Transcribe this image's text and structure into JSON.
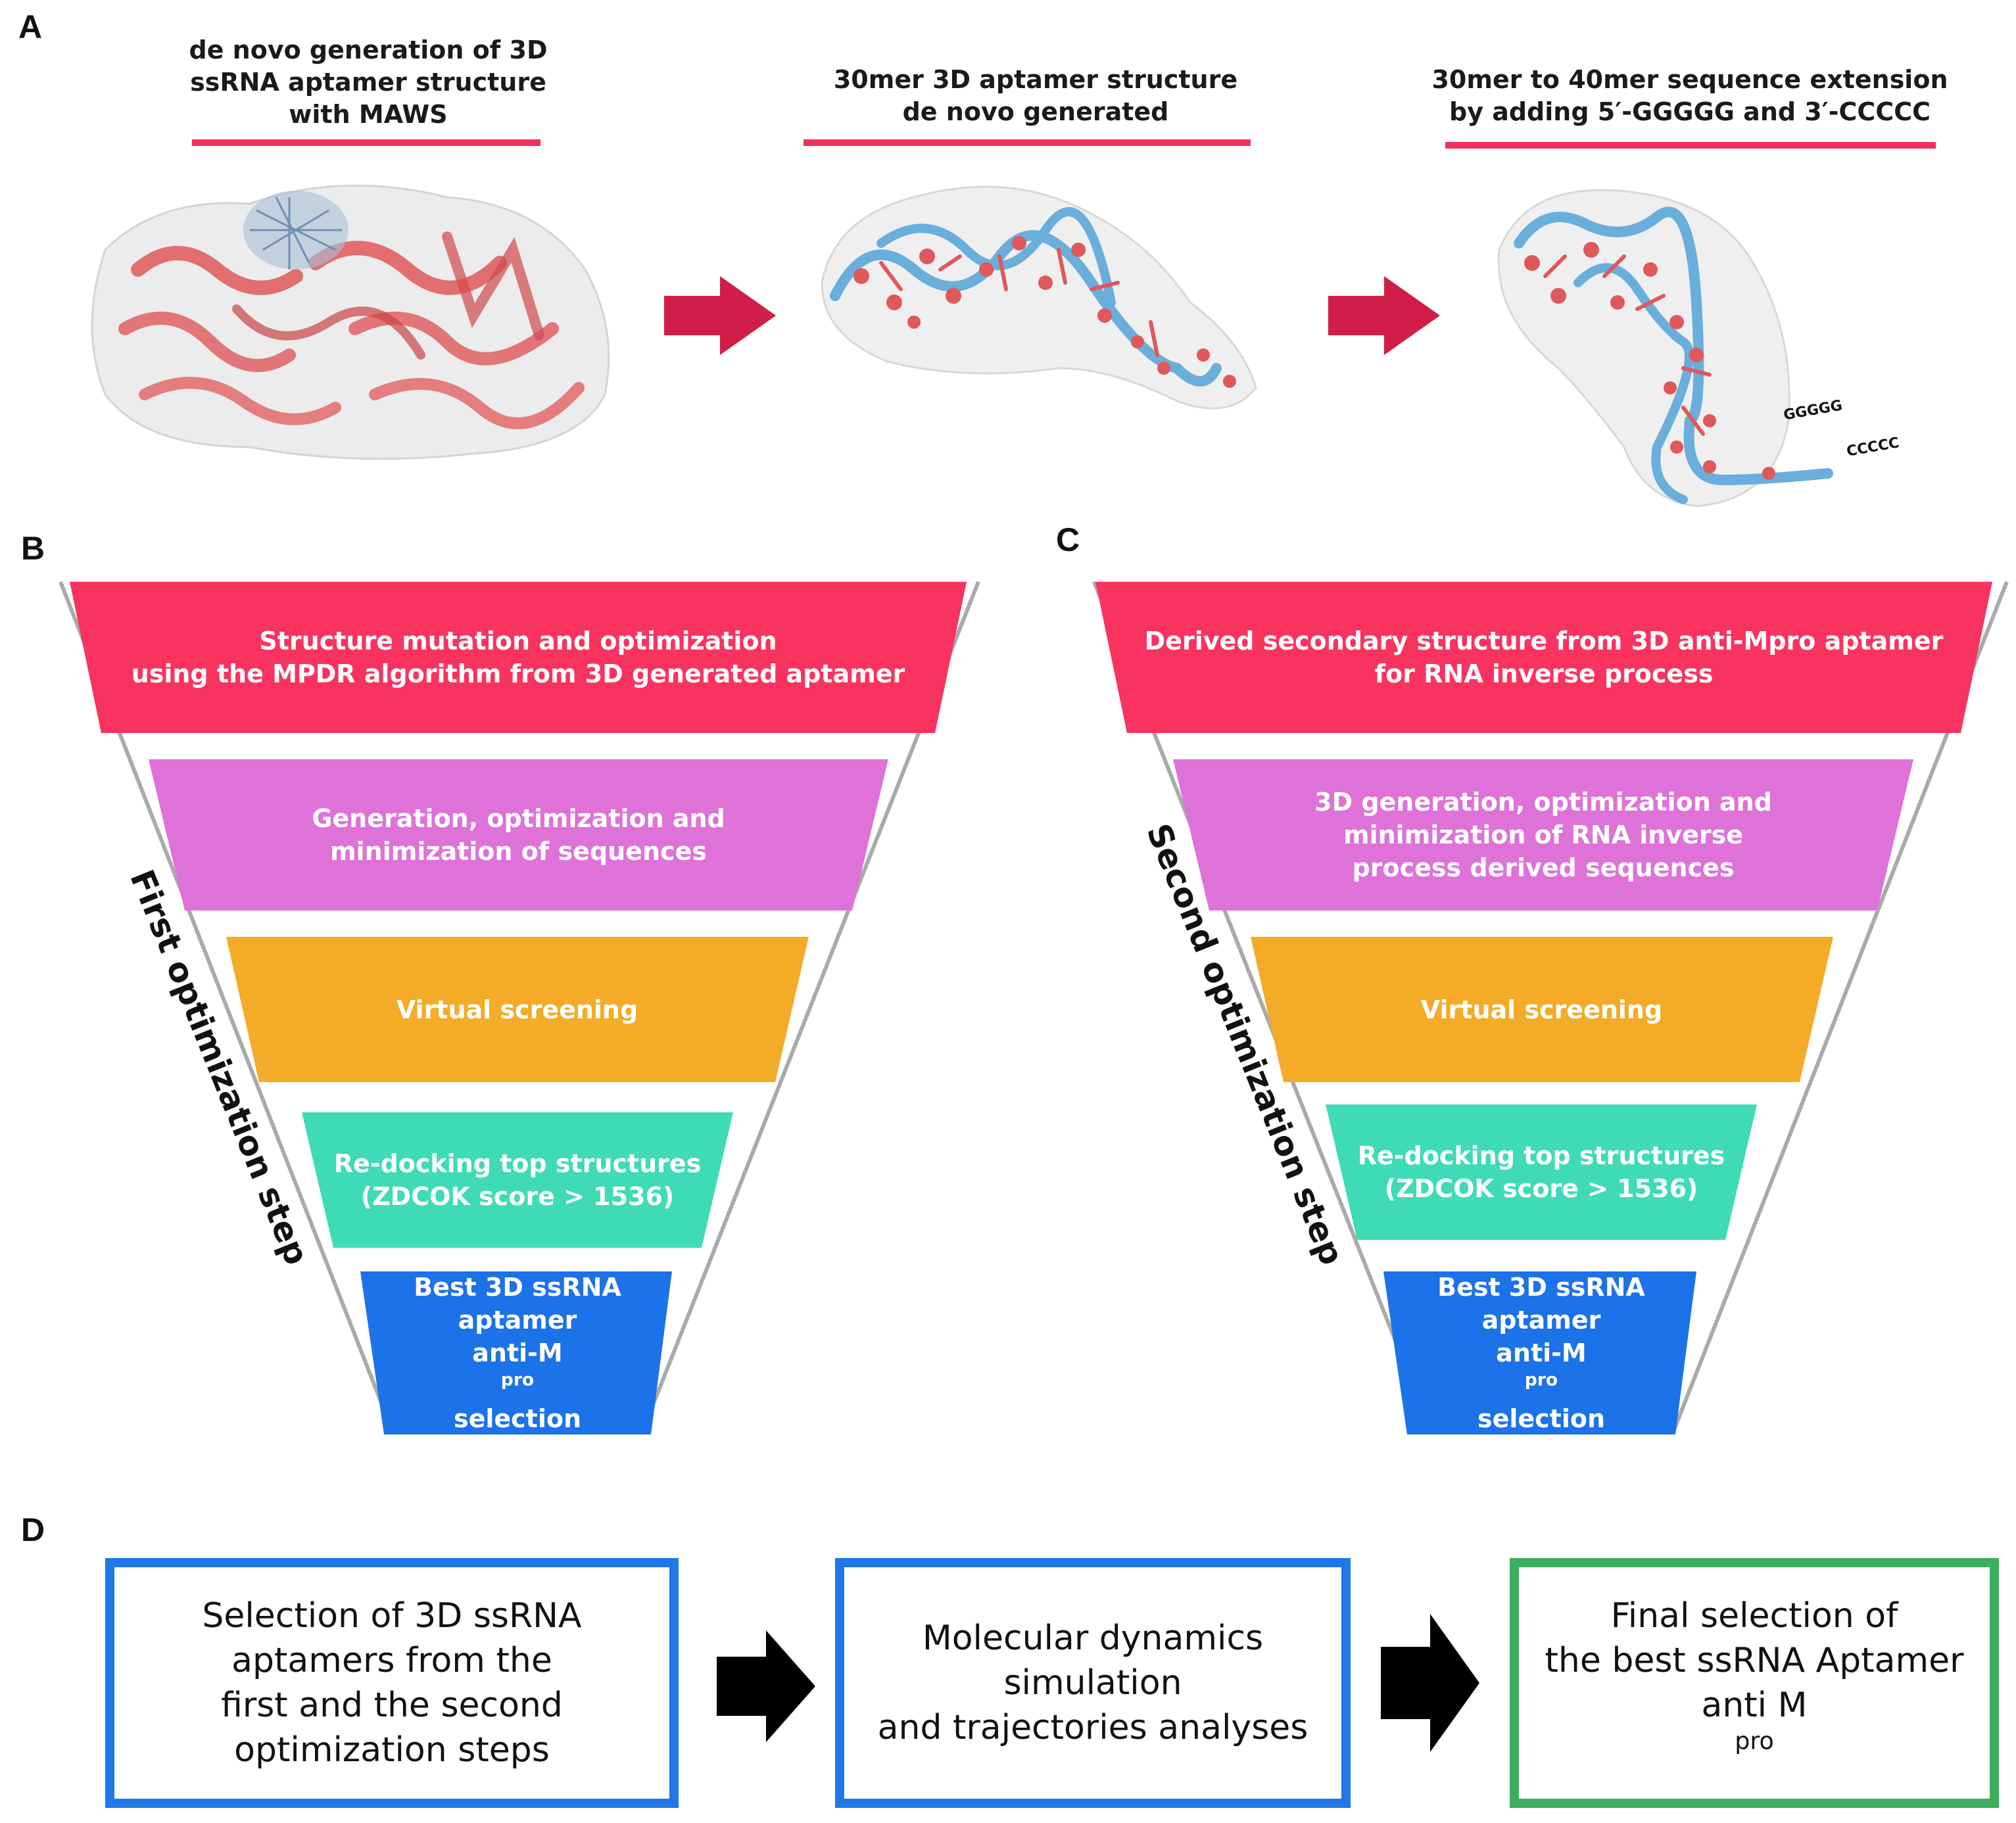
{
  "panels": {
    "a": "A",
    "b": "B",
    "c": "C",
    "d": "D"
  },
  "panel_a": {
    "captions": [
      [
        "de novo generation of 3D",
        "ssRNA aptamer structure",
        "with MAWS"
      ],
      [
        "30mer 3D aptamer structure",
        "de novo generated"
      ],
      [
        "30mer to 40mer sequence extension",
        "by adding 5′-GGGGG and 3′-CCCCC"
      ]
    ],
    "extension_labels": {
      "g": "GGGGG",
      "c": "CCCCC"
    }
  },
  "panel_b": {
    "side_label": "First optimization step",
    "layers": [
      {
        "lines": [
          "Structure mutation and optimization",
          "using the MPDR algorithm from 3D generated aptamer"
        ],
        "color": "#f9335f"
      },
      {
        "lines": [
          "Generation, optimization and",
          "minimization of sequences"
        ],
        "color": "#de72d8"
      },
      {
        "lines": [
          "Virtual screening"
        ],
        "color": "#f3ab28"
      },
      {
        "lines": [
          "Re-docking top structures",
          "(ZDCOK score > 1536)"
        ],
        "color": "#3fdbb6"
      },
      {
        "lines": [
          "Best 3D ssRNA",
          "aptamer",
          "anti-M",
          "selection"
        ],
        "sup": "pro",
        "color": "#1c72e8"
      }
    ]
  },
  "panel_c": {
    "side_label": "Second optimization step",
    "layers": [
      {
        "lines": [
          "Derived secondary structure from 3D anti-Mpro aptamer",
          "for RNA inverse process"
        ],
        "color": "#f9335f"
      },
      {
        "lines": [
          "3D generation, optimization and",
          "minimization of RNA inverse",
          "process derived sequences"
        ],
        "color": "#de72d8"
      },
      {
        "lines": [
          "Virtual screening"
        ],
        "color": "#f3ab28"
      },
      {
        "lines": [
          "Re-docking top structures",
          "(ZDCOK score > 1536)"
        ],
        "color": "#3fdbb6"
      },
      {
        "lines": [
          "Best 3D ssRNA",
          "aptamer",
          "anti-M",
          "selection"
        ],
        "sup": "pro",
        "color": "#1c72e8"
      }
    ]
  },
  "panel_d": {
    "boxes": [
      {
        "lines": [
          "Selection of 3D ssRNA",
          "aptamers from the",
          "first and the second",
          "optimization steps"
        ],
        "border": "#1f78e6"
      },
      {
        "lines": [
          "Molecular dynamics",
          "simulation",
          "and trajectories analyses"
        ],
        "border": "#1f78e6"
      },
      {
        "lines": [
          "Final selection of",
          "the best ssRNA Aptamer",
          "anti M"
        ],
        "sup": "pro",
        "border": "#3dae5d"
      }
    ]
  },
  "colors": {
    "accent_line": "#f0315c",
    "red_arrow": "#d01e48",
    "black_arrow": "#000000",
    "protein": "#e0585a",
    "rna_backbone": "#6aaedb"
  }
}
